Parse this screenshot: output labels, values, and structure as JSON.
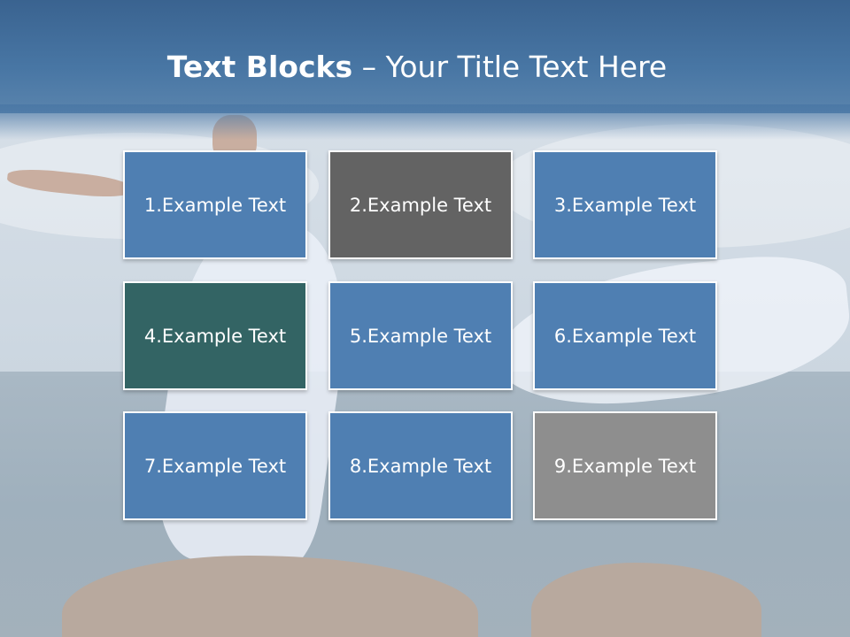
{
  "title": {
    "bold": "Text Blocks",
    "dash": " – ",
    "rest": "Your Title Text Here"
  },
  "blocks": [
    {
      "label": "1.Example Text",
      "color": "#4f7fb2"
    },
    {
      "label": "2.Example Text",
      "color": "#636363"
    },
    {
      "label": "3.Example Text",
      "color": "#4f7fb2"
    },
    {
      "label": "4.Example Text",
      "color": "#336464"
    },
    {
      "label": "5.Example Text",
      "color": "#4f7fb2"
    },
    {
      "label": "6.Example Text",
      "color": "#4f7fb2"
    },
    {
      "label": "7.Example Text",
      "color": "#4f7fb2"
    },
    {
      "label": "8.Example Text",
      "color": "#4f7fb2"
    },
    {
      "label": "9.Example Text",
      "color": "#8e8e8e"
    }
  ],
  "colors": {
    "banner": "#4876a4",
    "block_border": "#ffffff"
  }
}
